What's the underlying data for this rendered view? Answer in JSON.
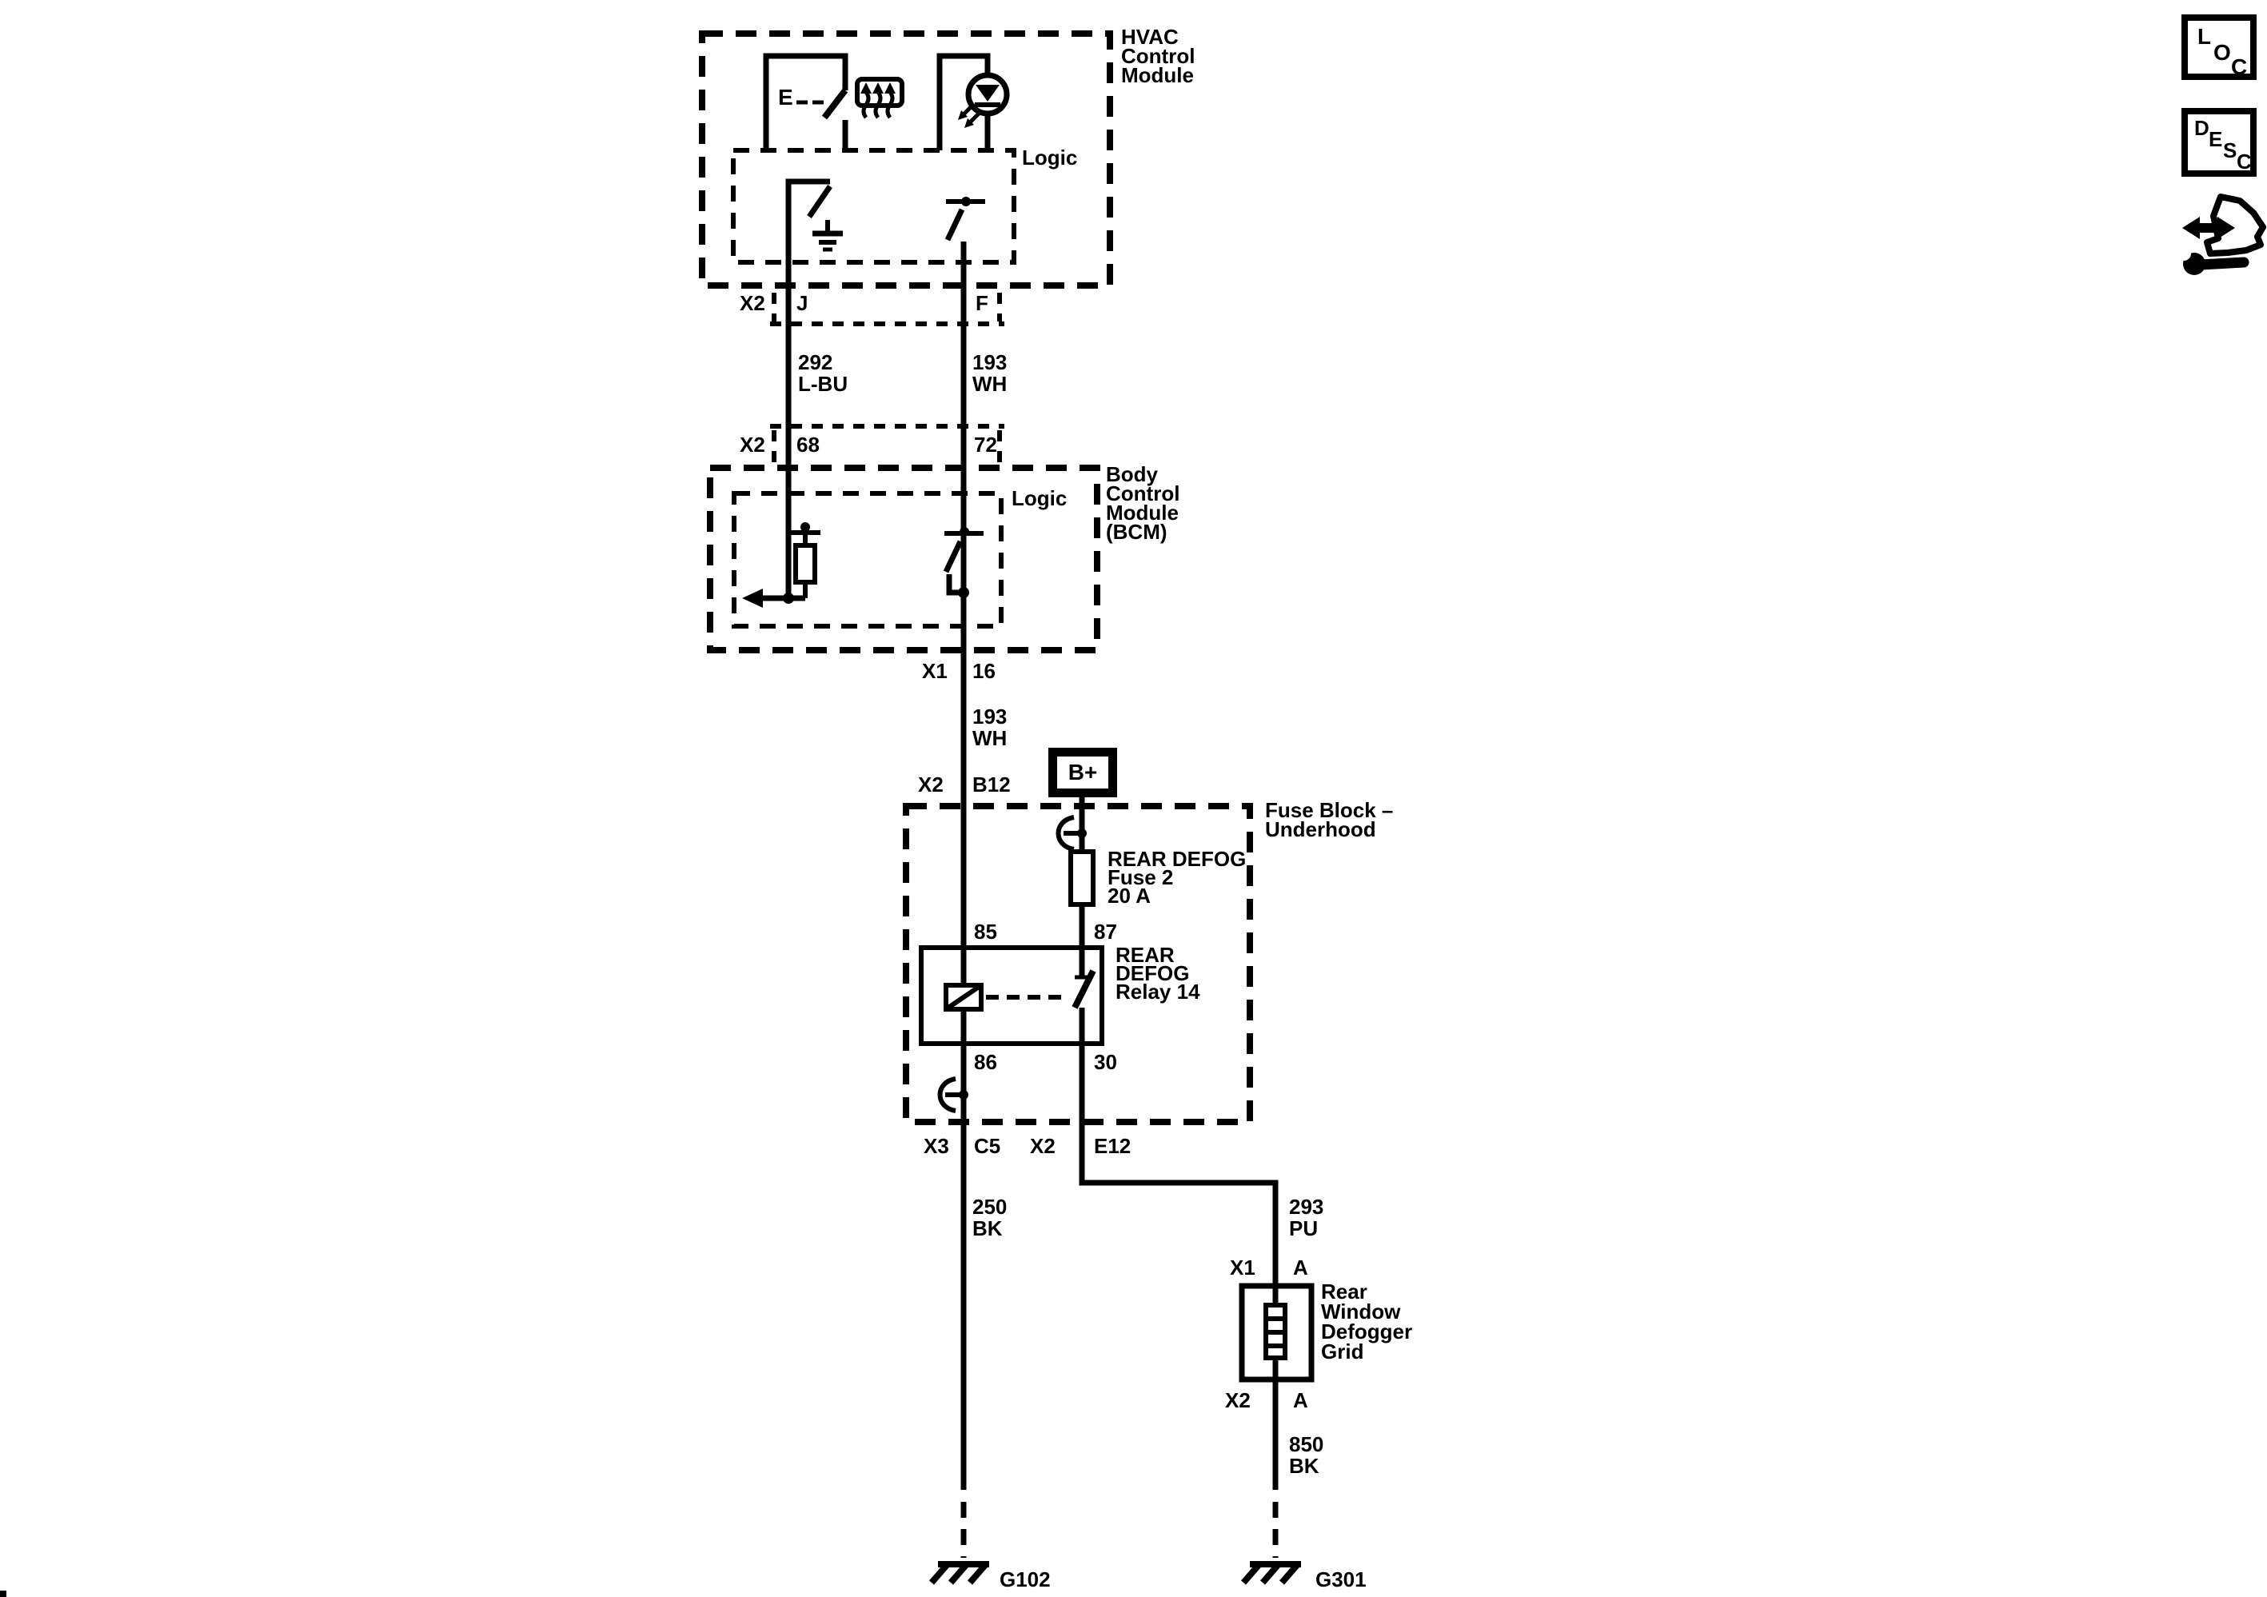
{
  "header_buttons": {
    "loc": [
      "L",
      "O",
      "C"
    ],
    "desc": [
      "D",
      "E",
      "S",
      "C"
    ]
  },
  "hvac_module": {
    "label_lines": [
      "HVAC",
      "Control",
      "Module"
    ],
    "logic_label": "Logic",
    "switch_label": "E",
    "connector": {
      "name": "X2",
      "pin_left": "J",
      "pin_right": "F"
    }
  },
  "bcm_module": {
    "label_lines": [
      "Body",
      "Control",
      "Module",
      "(BCM)"
    ],
    "logic_label": "Logic",
    "connector_top": {
      "name": "X2",
      "pin_left": "68",
      "pin_right": "72"
    },
    "connector_bottom": {
      "name": "X1",
      "pin": "16"
    }
  },
  "fuse_block": {
    "label_lines": [
      "Fuse Block –",
      "Underhood"
    ],
    "battery_label": "B+",
    "connector_top": {
      "name": "X2",
      "pin": "B12"
    },
    "fuse_label_lines": [
      "REAR DEFOG",
      "Fuse 2",
      "20 A"
    ],
    "relay_label_lines": [
      "REAR",
      "DEFOG",
      "Relay 14"
    ],
    "relay_pins": {
      "tl": "85",
      "tr": "87",
      "bl": "86",
      "br": "30"
    },
    "connector_bottom_left": {
      "name": "X3",
      "pin": "C5"
    },
    "connector_bottom_right": {
      "name": "X2",
      "pin": "E12"
    }
  },
  "defogger": {
    "label_lines": [
      "Rear",
      "Window",
      "Defogger",
      "Grid"
    ],
    "connector_top": {
      "name": "X1",
      "pin": "A"
    },
    "connector_bottom": {
      "name": "X2",
      "pin": "A"
    }
  },
  "wires": {
    "w292": {
      "circuit": "292",
      "color": "L-BU"
    },
    "w193_upper": {
      "circuit": "193",
      "color": "WH"
    },
    "w193_lower": {
      "circuit": "193",
      "color": "WH"
    },
    "w250": {
      "circuit": "250",
      "color": "BK"
    },
    "w293": {
      "circuit": "293",
      "color": "PU"
    },
    "w850": {
      "circuit": "850",
      "color": "BK"
    }
  },
  "grounds": {
    "left": "G102",
    "right": "G301"
  },
  "colors": {
    "line": "#000000",
    "background": "#ffffff"
  }
}
